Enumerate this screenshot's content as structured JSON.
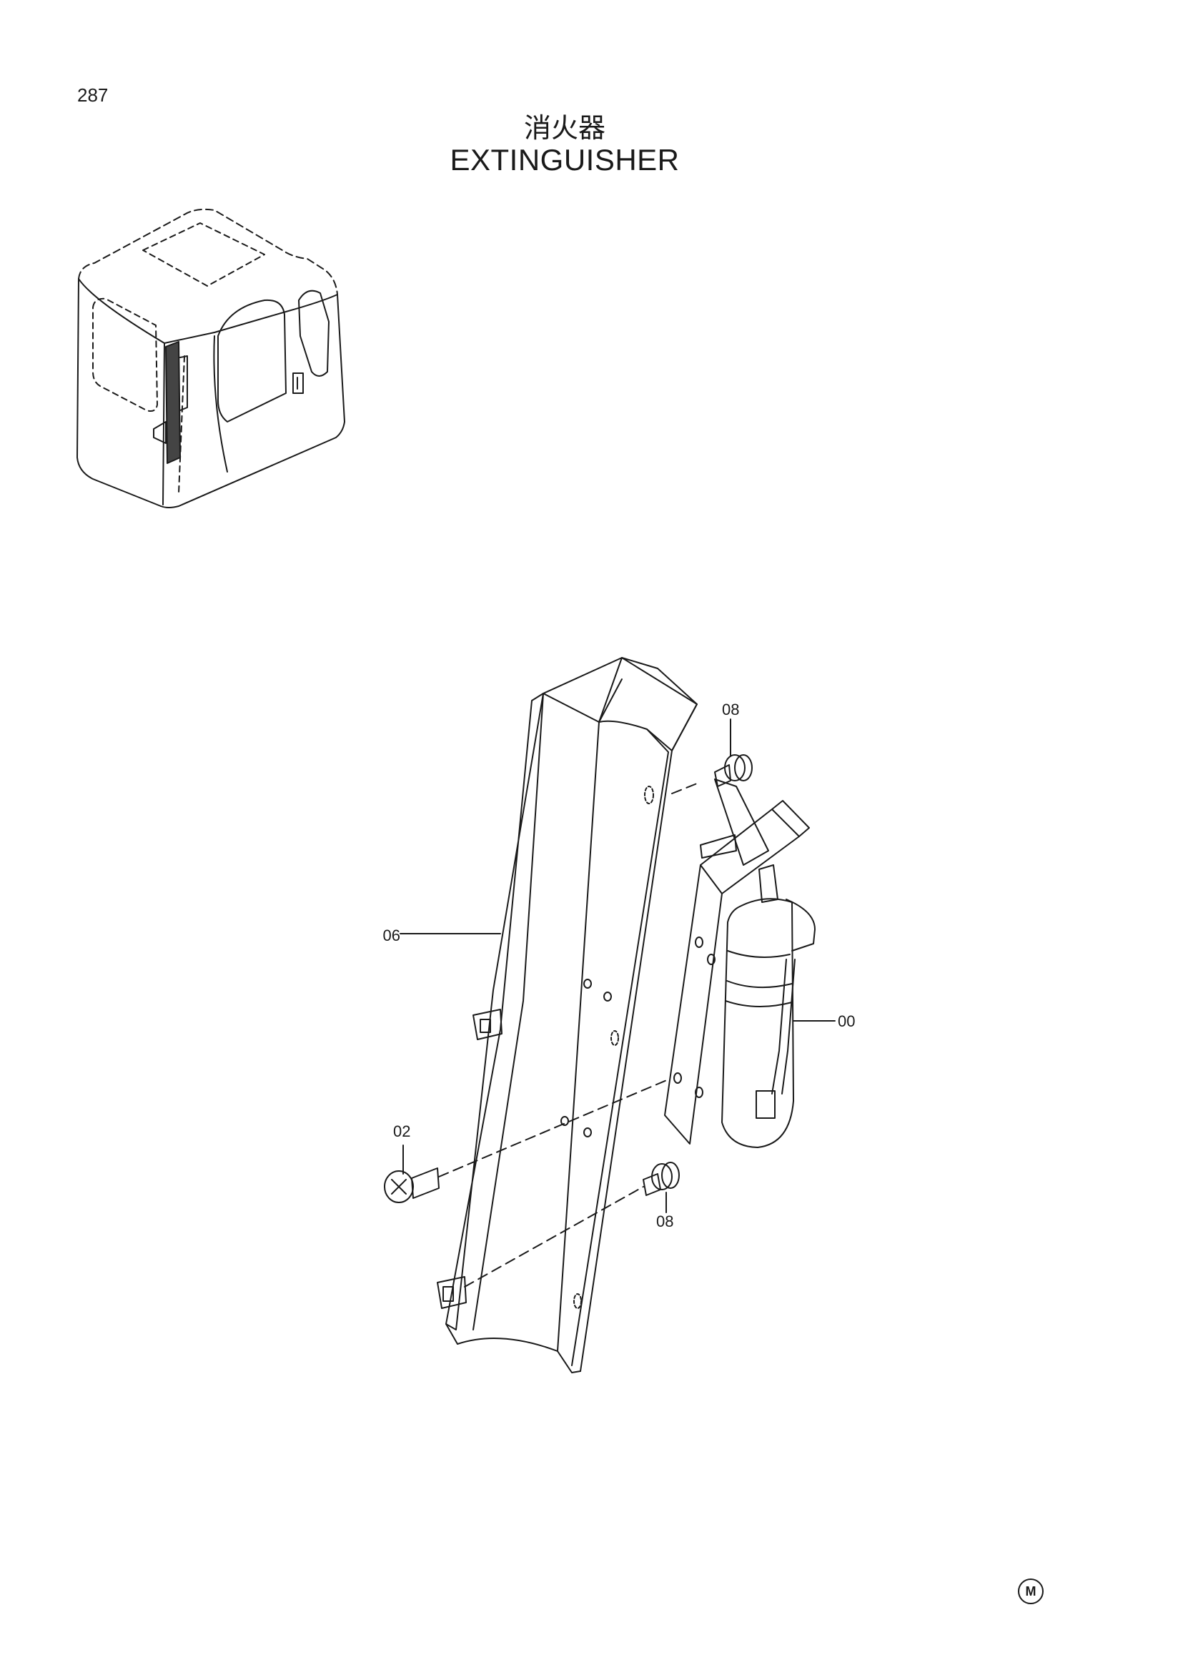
{
  "page": {
    "number": "287",
    "title_cn": "消火器",
    "title_en": "EXTINGUISHER",
    "corner_mark": "M"
  },
  "callouts": [
    {
      "id": "extinguisher",
      "label": "00"
    },
    {
      "id": "bolt-upper",
      "label": "08"
    },
    {
      "id": "cover",
      "label": "06"
    },
    {
      "id": "screw",
      "label": "02"
    },
    {
      "id": "bolt-lower",
      "label": "08"
    }
  ]
}
